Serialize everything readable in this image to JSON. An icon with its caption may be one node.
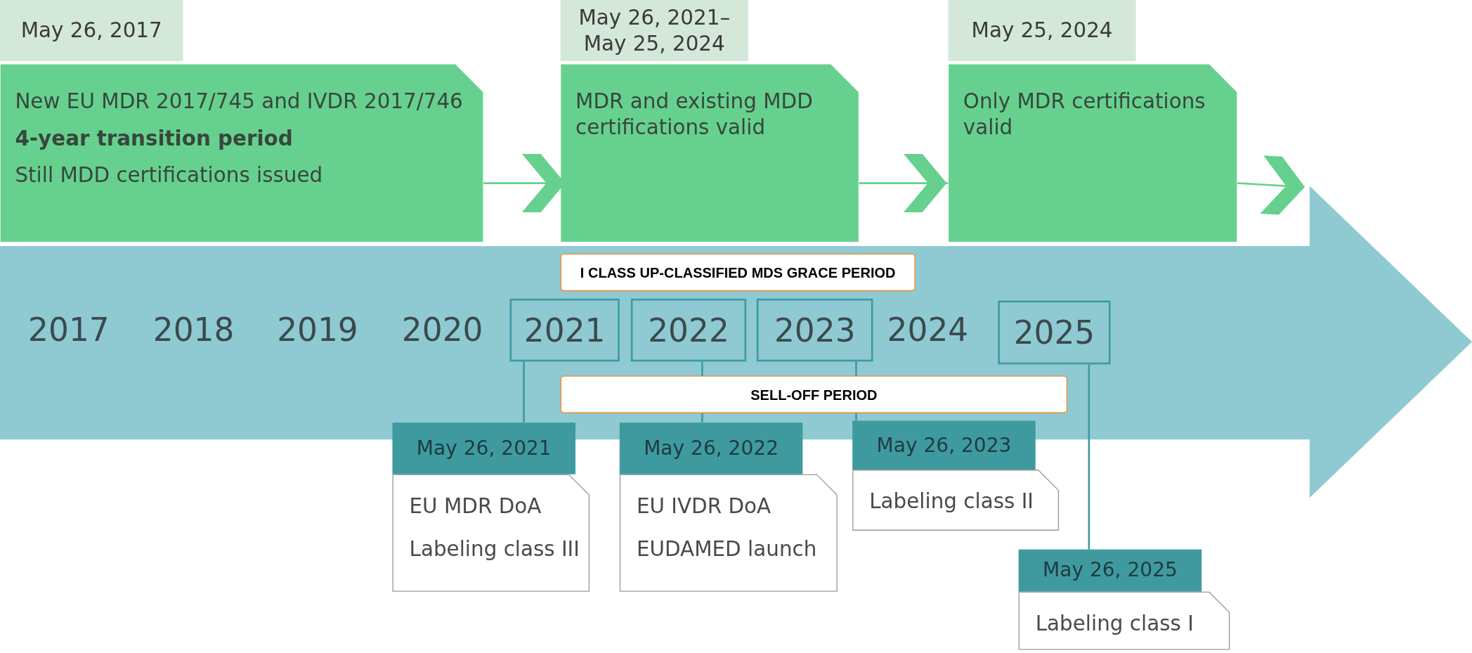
{
  "diagram": {
    "nodes": [
      {
        "text": [
          "May 26, 2017",
          "New EU MDR 2017/745 and IVDR 2017/746",
          "4-year transition period",
          "Still MDD certifications issued"
        ]
      },
      {
        "text": [
          "May 26, 2021– May 25, 2024",
          "MDR and existing MDD certifications valid"
        ]
      },
      {
        "text": [
          "May 25, 2024",
          "Only MDR certifications valid"
        ]
      },
      {
        "text": [],
        "shape": "arrow"
      },
      {
        "text": [
          "I CLASS UP-CLASSIFIED MDS GRACE PERIOD"
        ],
        "in": 3
      },
      {
        "text": [
          "2021"
        ],
        "in": 3
      },
      {
        "text": [
          "2022"
        ],
        "in": 3
      },
      {
        "text": [
          "2023"
        ],
        "in": 3
      },
      {
        "text": [
          "2025"
        ],
        "in": 3
      },
      {
        "text": [
          "SELL-OFF PERIOD"
        ],
        "in": 3
      },
      {
        "text": [
          "May 26, 2021",
          "EU MDR DoA",
          "Labeling class III"
        ]
      },
      {
        "text": [
          "May 26, 2022",
          "EU IVDR DoA",
          "EUDAMED launch"
        ]
      },
      {
        "text": [
          "May 26, 2023",
          "Labeling class II"
        ]
      },
      {
        "text": [
          "May 26, 2025",
          "Labeling class I"
        ]
      }
    ],
    "edges": [
      {
        "from": 0,
        "to": 1,
        "arrow": "to",
        "color": "#66d18e"
      },
      {
        "from": 1,
        "to": 2,
        "arrow": "to",
        "color": "#66d18e"
      },
      {
        "from": 2,
        "to": 3,
        "arrow": "to",
        "color": "#66d18e"
      },
      {
        "from": 5,
        "to": 10,
        "arrow": "none"
      },
      {
        "from": 6,
        "to": 11,
        "arrow": "none"
      },
      {
        "from": 7,
        "to": 12,
        "arrow": "none"
      },
      {
        "from": 8,
        "to": 13,
        "arrow": "none"
      }
    ],
    "labels": [
      "2017",
      "2018",
      "2019",
      "2020",
      "2024"
    ]
  }
}
